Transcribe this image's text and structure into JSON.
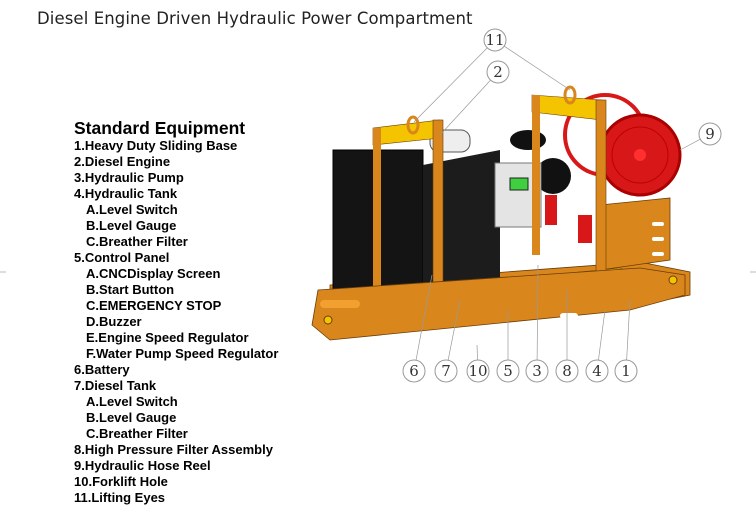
{
  "title": "Diesel Engine Driven Hydraulic Power Compartment",
  "equipment": {
    "heading": "Standard Equipment",
    "items": [
      {
        "text": "1.Heavy Duty Sliding Base",
        "sub": false
      },
      {
        "text": "2.Diesel Engine",
        "sub": false
      },
      {
        "text": "3.Hydraulic Pump",
        "sub": false
      },
      {
        "text": "4.Hydraulic Tank",
        "sub": false
      },
      {
        "text": "A.Level Switch",
        "sub": true
      },
      {
        "text": "B.Level Gauge",
        "sub": true
      },
      {
        "text": "C.Breather Filter",
        "sub": true
      },
      {
        "text": "5.Control Panel",
        "sub": false
      },
      {
        "text": "A.CNCDisplay Screen",
        "sub": true
      },
      {
        "text": "B.Start Button",
        "sub": true
      },
      {
        "text": "C.EMERGENCY STOP",
        "sub": true
      },
      {
        "text": "D.Buzzer",
        "sub": true
      },
      {
        "text": "E.Engine Speed Regulator",
        "sub": true
      },
      {
        "text": "F.Water Pump Speed Regulator",
        "sub": true
      },
      {
        "text": "6.Battery",
        "sub": false
      },
      {
        "text": "7.Diesel Tank",
        "sub": false
      },
      {
        "text": "A.Level Switch",
        "sub": true
      },
      {
        "text": "B.Level Gauge",
        "sub": true
      },
      {
        "text": "C.Breather Filter",
        "sub": true
      },
      {
        "text": "8.High Pressure Filter Assembly",
        "sub": false
      },
      {
        "text": "9.Hydraulic Hose Reel",
        "sub": false
      },
      {
        "text": "10.Forklift Hole",
        "sub": false
      },
      {
        "text": "11.Lifting Eyes",
        "sub": false
      }
    ]
  },
  "callouts": [
    "11",
    "2",
    "9",
    "6",
    "7",
    "10",
    "5",
    "3",
    "8",
    "4",
    "1"
  ],
  "colors": {
    "frame": "#d9861c",
    "frame_light": "#f5c400",
    "reel": "#d81818",
    "engine": "#111111",
    "panel": "#e4e4e4",
    "display": "#3fcf3f"
  }
}
